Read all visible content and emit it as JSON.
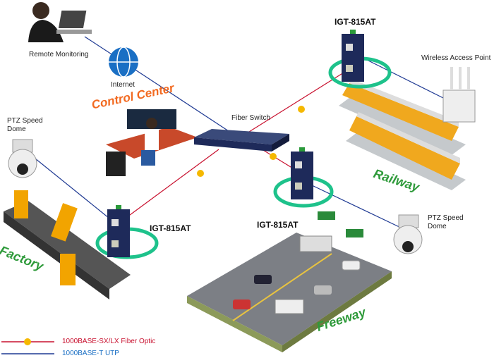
{
  "labels": {
    "remote_monitoring": "Remote Monitoring",
    "internet": "Internet",
    "control_center": "Control Center",
    "fiber_switch": "Fiber Switch",
    "igt_top": "IGT-815AT",
    "igt_mid": "IGT-815AT",
    "igt_left": "IGT-815AT",
    "wireless_ap": "Wireless Access Point",
    "railway": "Railway",
    "ptz_left_1": "PTZ Speed",
    "ptz_left_2": "Dome",
    "ptz_right_1": "PTZ Speed",
    "ptz_right_2": "Dome",
    "factory": "Factory",
    "freeway": "Freeway"
  },
  "legend": [
    {
      "label": "1000BASE-SX/LX Fiber Optic",
      "color": "#c8102e",
      "type": "fiber"
    },
    {
      "label": "1000BASE-T UTP",
      "color": "#1f3a93",
      "type": "utp"
    }
  ],
  "colors": {
    "fiber": "#c8102e",
    "utp": "#1f3a93",
    "ring": "#1ec28b",
    "accent": "#f26a21",
    "green_text": "#2e9a3a",
    "device": "#1e2a5a"
  }
}
